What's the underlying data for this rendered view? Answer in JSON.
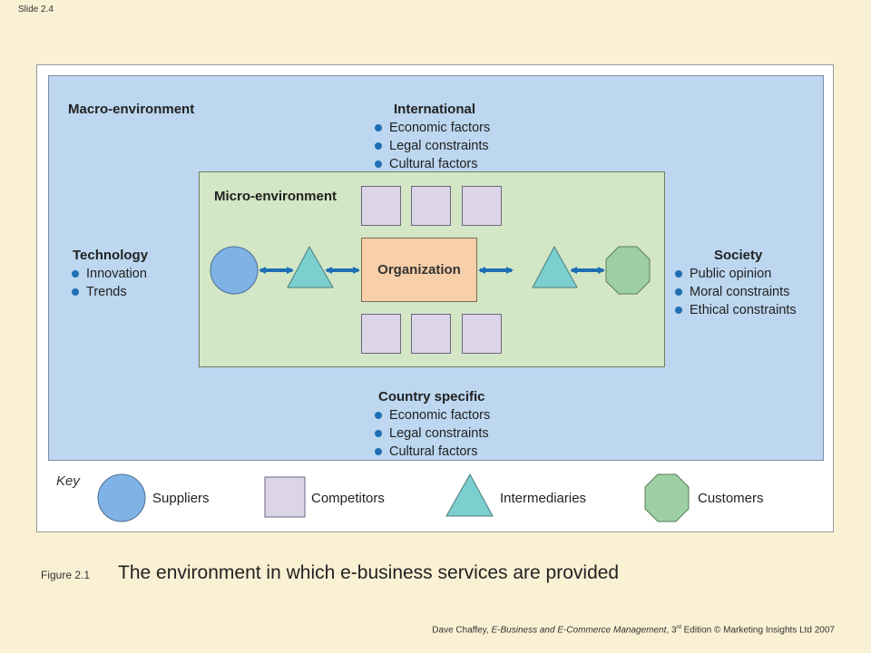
{
  "slide_number": "Slide 2.4",
  "macro_environment": {
    "heading": "Macro-environment",
    "international": {
      "heading": "International",
      "items": [
        "Economic factors",
        "Legal constraints",
        "Cultural factors"
      ]
    },
    "technology": {
      "heading": "Technology",
      "items": [
        "Innovation",
        "Trends"
      ]
    },
    "society": {
      "heading": "Society",
      "items": [
        "Public opinion",
        "Moral constraints",
        "Ethical constraints"
      ]
    },
    "country_specific": {
      "heading": "Country specific",
      "items": [
        "Economic factors",
        "Legal constraints",
        "Cultural factors"
      ]
    }
  },
  "micro_environment": {
    "heading": "Micro-environment",
    "organization_label": "Organization"
  },
  "key": {
    "label": "Key",
    "items": [
      "Suppliers",
      "Competitors",
      "Intermediaries",
      "Customers"
    ]
  },
  "caption": {
    "prefix": "Figure 2.1",
    "title": "The environment in which e-business services are provided"
  },
  "footer": {
    "author": "Dave Chaffey, ",
    "book": "E-Business and E-Commerce Management",
    "edition_num": ", 3",
    "edition_sup": "rd",
    "rest": " Edition © Marketing Insights Ltd 2007"
  },
  "colors": {
    "slide_bg": "#faf0d4",
    "macro_bg": "#bcd7ef",
    "micro_bg": "#d3e6c5",
    "organization_bg": "#f7cfa9",
    "competitor_bg": "#dcd4e8",
    "supplier_fill": "#7fb2e5",
    "intermediary_fill": "#7ccfcf",
    "customer_fill": "#9ccfa4",
    "arrow": "#1f6fb4",
    "bullet": "#1f6fb4"
  }
}
